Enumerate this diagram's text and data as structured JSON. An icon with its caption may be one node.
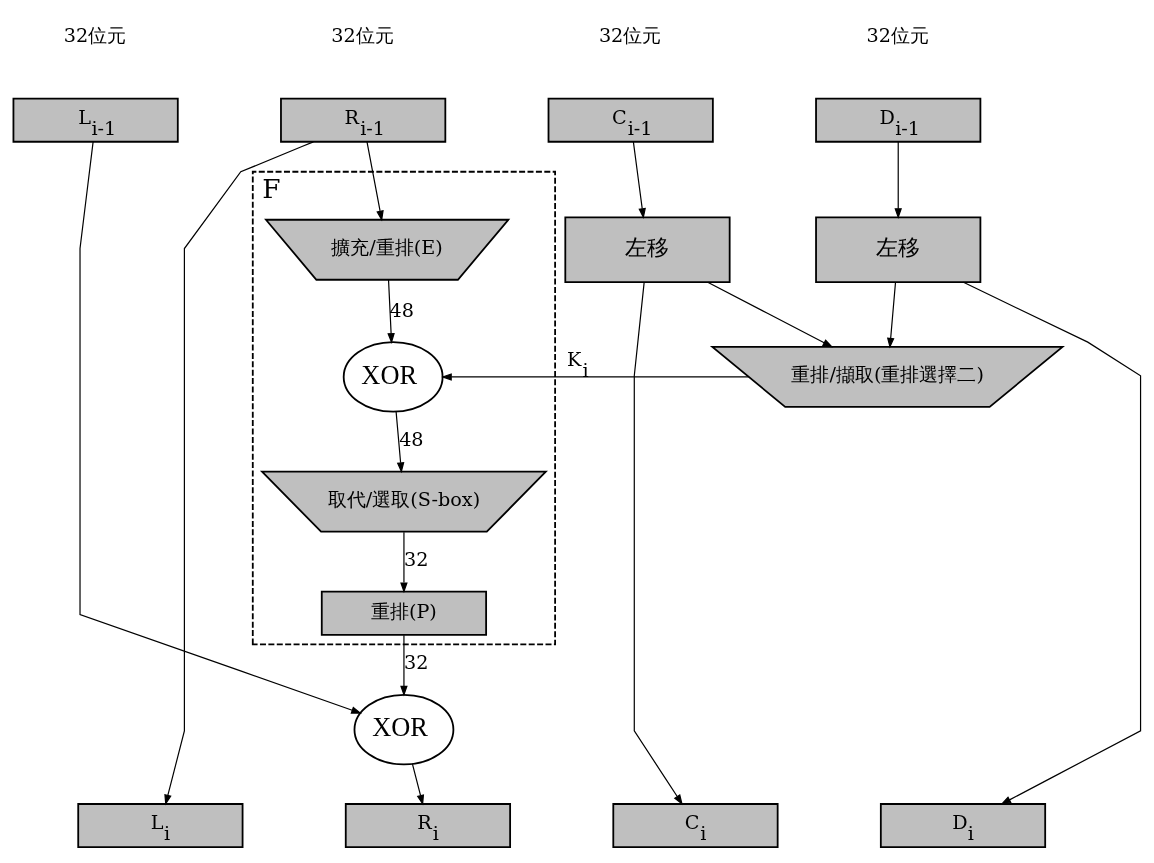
{
  "diagram": {
    "nodes": [
      {
        "text": [
          "L$_{i-1}$"
        ]
      },
      {
        "text": [
          "R$_{i-1}$"
        ]
      },
      {
        "text": [
          "C$_{i-1}$"
        ]
      },
      {
        "text": [
          "D$_{i-1}$"
        ]
      },
      {
        "text": [
          "F"
        ]
      },
      {
        "text": [
          "擴充/重排(E)"
        ],
        "in": 4
      },
      {
        "text": [
          "XOR"
        ],
        "in": 4
      },
      {
        "text": [
          "取代/選取(S-box)"
        ],
        "in": 4
      },
      {
        "text": [
          "重排(P)"
        ],
        "in": 4
      },
      {
        "text": [
          "左移"
        ]
      },
      {
        "text": [
          "左移"
        ]
      },
      {
        "text": [
          "重排/擷取(重排選擇二)"
        ]
      },
      {
        "text": [
          "XOR"
        ]
      },
      {
        "text": [
          "L$_{i}$"
        ]
      },
      {
        "text": [
          "R$_{i}$"
        ]
      },
      {
        "text": [
          "C$_{i}$"
        ]
      },
      {
        "text": [
          "D$_{i}$"
        ]
      }
    ],
    "edges": [
      {
        "from": 1,
        "to": 5,
        "arrow": "to"
      },
      {
        "from": 1,
        "to": 13,
        "arrow": "to"
      },
      {
        "from": 0,
        "to": 12,
        "arrow": "to"
      },
      {
        "from": 5,
        "to": 6,
        "arrow": "to",
        "label": "48"
      },
      {
        "from": 6,
        "to": 7,
        "arrow": "to",
        "label": "48"
      },
      {
        "from": 7,
        "to": 8,
        "arrow": "to",
        "label": "32"
      },
      {
        "from": 8,
        "to": 12,
        "arrow": "to",
        "label": "32"
      },
      {
        "from": 12,
        "to": 14,
        "arrow": "to"
      },
      {
        "from": 2,
        "to": 9,
        "arrow": "to"
      },
      {
        "from": 3,
        "to": 10,
        "arrow": "to"
      },
      {
        "from": 9,
        "to": 11,
        "arrow": "to"
      },
      {
        "from": 10,
        "to": 11,
        "arrow": "to"
      },
      {
        "from": 9,
        "to": 15,
        "arrow": "to"
      },
      {
        "from": 10,
        "to": 16,
        "arrow": "to"
      },
      {
        "from": 11,
        "to": 6,
        "arrow": "to",
        "label": "K$_{i}$"
      }
    ],
    "labels": [
      "32位元",
      "32位元",
      "32位元",
      "32位元"
    ]
  }
}
